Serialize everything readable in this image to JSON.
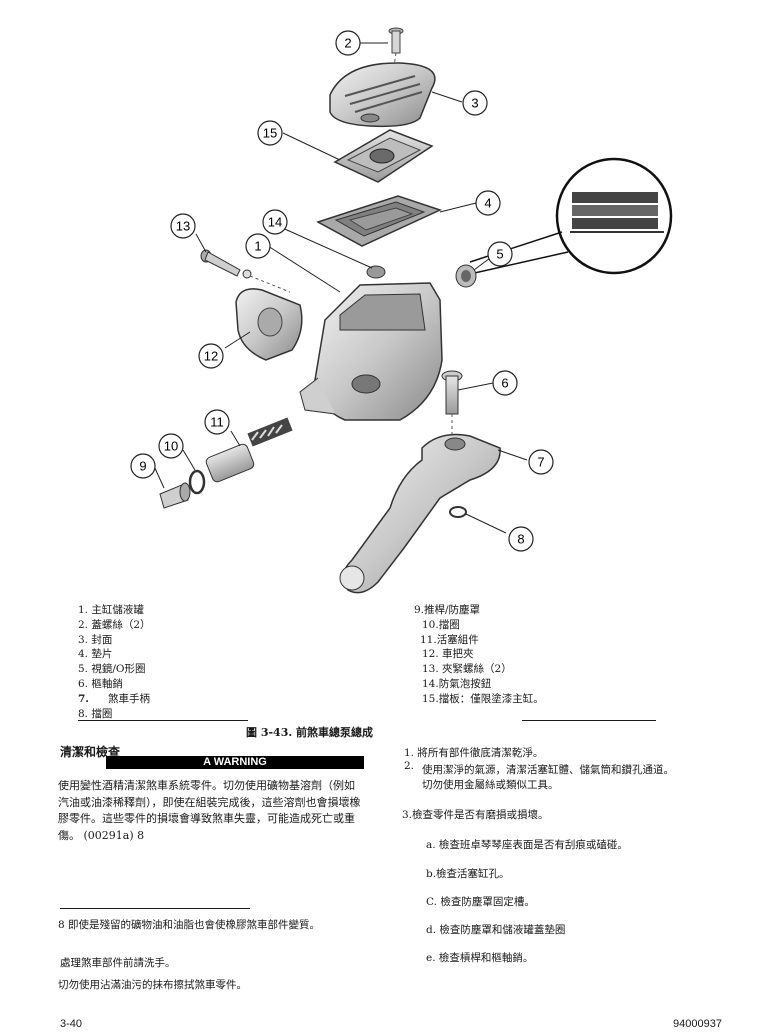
{
  "figure": {
    "callouts": [
      "2",
      "3",
      "15",
      "4",
      "13",
      "14",
      "1",
      "5",
      "12",
      "6",
      "11",
      "10",
      "9",
      "7",
      "8"
    ],
    "caption": "圖 3-43. 前煞車總泵總成"
  },
  "legend_left": [
    "1. 主缸儲液罐",
    "2. 蓋螺絲（2）",
    "3. 封面",
    "4. 墊片",
    "5. 視鏡/O形圈",
    "6. 樞軸銷",
    "8. 擋圈"
  ],
  "legend_item7": {
    "number": "7.",
    "text": "煞車手柄"
  },
  "legend_right": [
    "9.推桿/防塵罩",
    "10.擋圈",
    "11.活塞組件",
    "12. 車把夾",
    "13. 夾緊螺絲（2）",
    "14.防氣泡按鈕",
    "15.擋板：僅限塗漆主缸。"
  ],
  "section_heading": "清潔和檢查",
  "warning_label": "A WARNING",
  "warning_text": "使用變性酒精清潔煞車系統零件。切勿使用礦物基溶劑（例如汽油或油漆稀釋劑），即使在組裝完成後，這些溶劑也會損壞橡膠零件。這些零件的損壞會導致煞車失靈，可能造成死亡或重傷。 (00291a) 8",
  "footnote": "8 即使是殘留的礦物油和油脂也會使橡膠煞車部件變質。",
  "note1": "處理煞車部件前請洗手。",
  "note2": "切勿使用沾滿油污的抹布擦拭煞車零件。",
  "steps": {
    "s1": "1. 將所有部件徹底清潔乾淨。",
    "s2_num": "2.",
    "s2": "使用潔淨的氣源，清潔活塞缸體、儲氣筒和鑽孔通道。",
    "s2b": "切勿使用金屬絲或類似工具。",
    "s3": "3.檢查零件是否有磨損或損壞。",
    "a": "a. 檢查班卓琴琴座表面是否有刮痕或磕碰。",
    "b": "b.檢查活塞缸孔。",
    "c": "C. 檢查防塵罩固定槽。",
    "d": "d. 檢查防塵罩和儲液罐蓋墊圈",
    "e": "e. 檢查槓桿和樞軸銷。"
  },
  "footer": {
    "page": "3-40",
    "doc_number": "94000937"
  }
}
